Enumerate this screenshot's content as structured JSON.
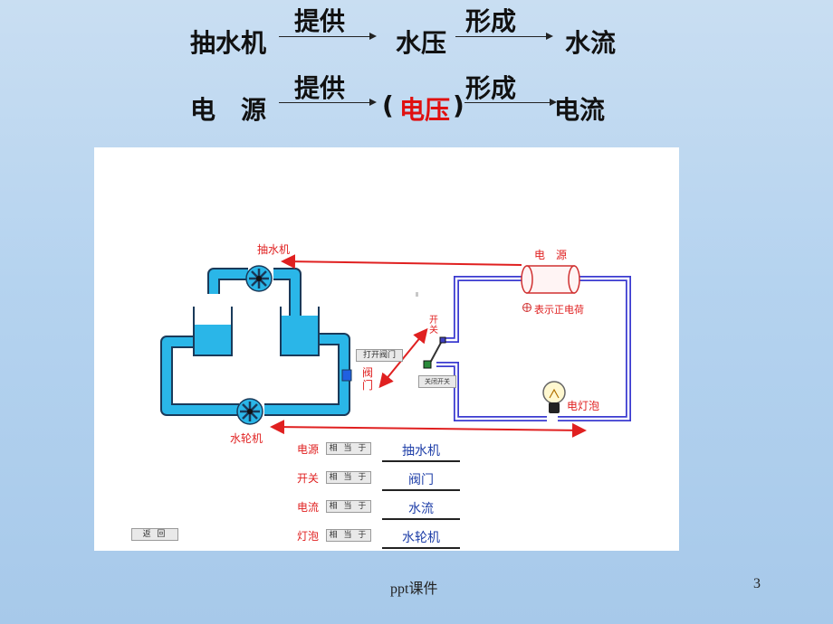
{
  "equations": {
    "row1": {
      "a": "抽水机",
      "arrow1": "提供",
      "b": "水压",
      "arrow2": "形成",
      "c": "水流"
    },
    "row2": {
      "a": "电　源",
      "arrow1": "提供",
      "paren_open": "(",
      "b": "电压",
      "paren_close": ")",
      "arrow2": "形成",
      "c": "电流"
    }
  },
  "diagram": {
    "pump_label": "抽水机",
    "source_label": "电　源",
    "positive_charge_label": "表示正电荷",
    "open_valve_button": "打开阀门",
    "valve_label": "阀\n门",
    "switch_label": "开\n关",
    "close_switch_button": "关闭开关",
    "bulb_label": "电灯泡",
    "turbine_label": "水轮机",
    "back_button": "返 回",
    "equivalences": [
      {
        "left": "电源",
        "button": "相 当 于",
        "right": "抽水机"
      },
      {
        "left": "开关",
        "button": "相 当 于",
        "right": "阀门"
      },
      {
        "left": "电流",
        "button": "相 当 于",
        "right": "水流"
      },
      {
        "left": "灯泡",
        "button": "相 当 于",
        "right": "水轮机"
      }
    ],
    "colors": {
      "water": "#2ab6e8",
      "pipe_edge": "#1a3a5a",
      "wire": "#3a3ad0",
      "arrow": "#e02020"
    }
  },
  "footer": {
    "title": "ppt课件",
    "page": "3"
  }
}
